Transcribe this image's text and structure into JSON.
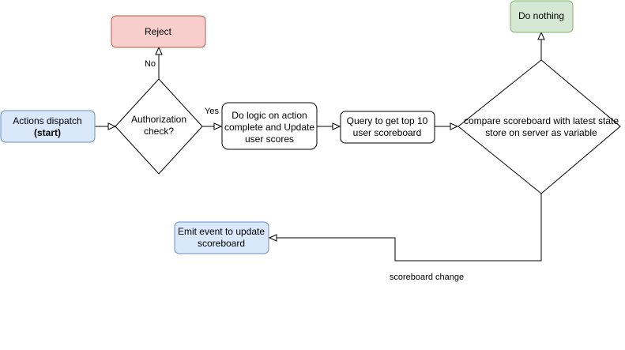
{
  "colors": {
    "blue_fill": "#dae8fc",
    "blue_stroke": "#6c8ebf",
    "red_fill": "#f8cecc",
    "red_stroke": "#b85450",
    "green_fill": "#d5e8d4",
    "green_stroke": "#82b366",
    "default_fill": "#ffffff",
    "default_stroke": "#000000"
  },
  "nodes": {
    "start": {
      "line1": "Actions dispatch",
      "line2": "(start)"
    },
    "auth": {
      "line1": "Authorization",
      "line2": "check?"
    },
    "reject": {
      "label": "Reject"
    },
    "logic": {
      "line1": "Do logic on action",
      "line2": "complete and Update",
      "line3": "user scores"
    },
    "query": {
      "line1": "Query to get top 10",
      "line2": "user scoreboard"
    },
    "compare": {
      "line1": "compare scoreboard with latest state",
      "line2": "store on server as variable"
    },
    "nothing": {
      "label": "Do nothing"
    },
    "emit": {
      "line1": "Emit event to update",
      "line2": "scoreboard"
    }
  },
  "edges": {
    "no_label": "No",
    "yes_label": "Yes",
    "change_label": "scoreboard change"
  }
}
